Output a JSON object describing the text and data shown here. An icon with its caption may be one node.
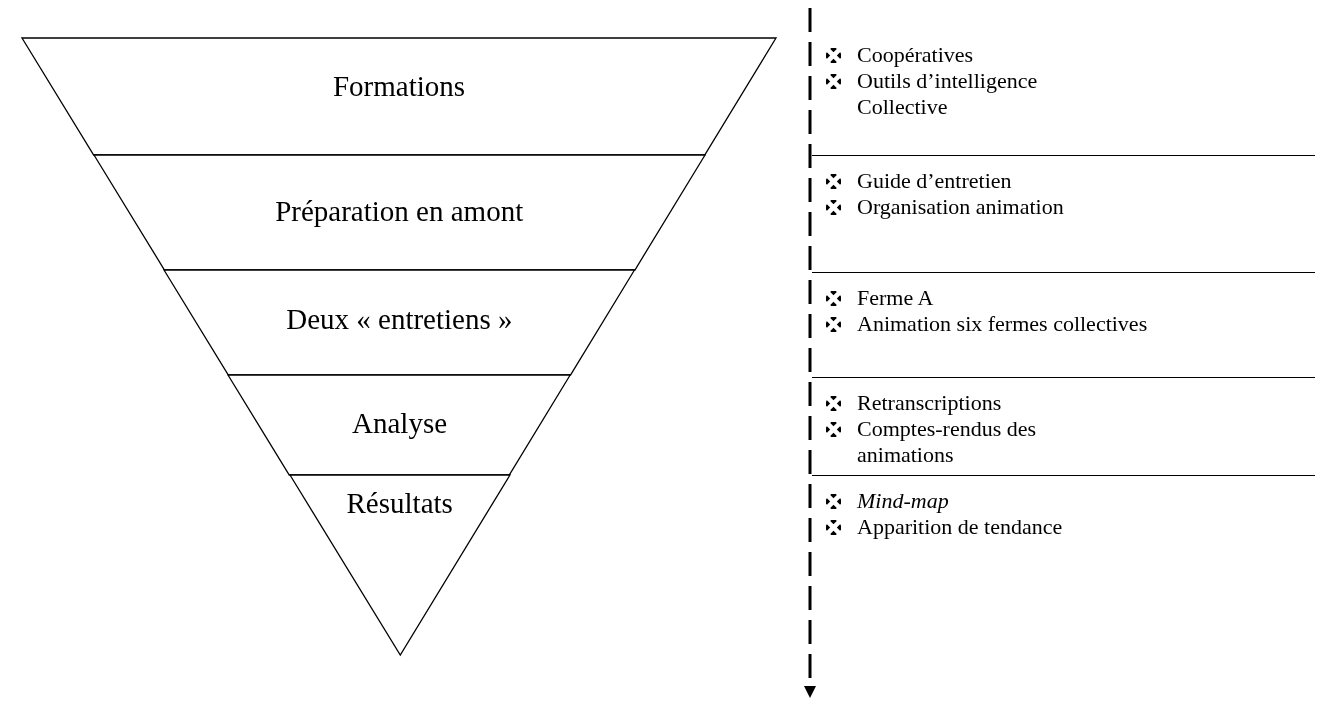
{
  "diagram": {
    "nodes": [
      {
        "text": [
          "Formations"
        ]
      },
      {
        "text": [
          "Préparation en amont"
        ]
      },
      {
        "text": [
          "Deux « entretiens »"
        ]
      },
      {
        "text": [
          "Analyse"
        ]
      },
      {
        "text": [
          "Résultats"
        ]
      },
      {
        "text": [
          "Coopératives",
          "Outils d’intelligence Collective"
        ]
      },
      {
        "text": [
          "Guide d’entretien",
          "Organisation animation"
        ]
      },
      {
        "text": [
          "Ferme A",
          "Animation six fermes collectives"
        ]
      },
      {
        "text": [
          "Retranscriptions",
          "Comptes-rendus des animations"
        ]
      },
      {
        "text": [
          "Mind-map",
          "Apparition de tendance"
        ]
      }
    ],
    "edges": []
  }
}
